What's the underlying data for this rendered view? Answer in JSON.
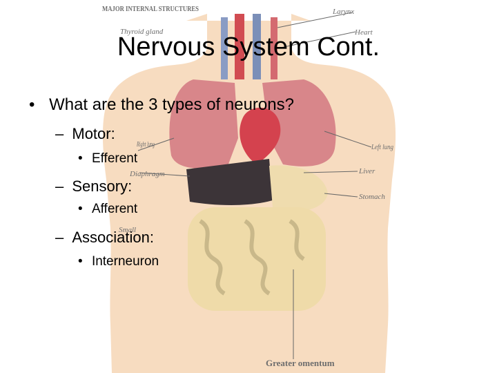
{
  "slide": {
    "title": "Nervous System Cont.",
    "question": {
      "marker": "•",
      "text": "What are the 3 types of neurons?"
    },
    "items": [
      {
        "marker": "–",
        "label": "Motor:",
        "sub": {
          "marker": "•",
          "text": "Efferent"
        }
      },
      {
        "marker": "–",
        "label": "Sensory:",
        "sub": {
          "marker": "•",
          "text": "Afferent"
        }
      },
      {
        "marker": "–",
        "label": "Association:",
        "sub": {
          "marker": "•",
          "text": "Interneuron"
        }
      }
    ]
  },
  "figure": {
    "labels": {
      "header": "MAJOR INTERNAL STRUCTURES",
      "larynx": "Larynx",
      "thyroid": "Thyroid gland",
      "heart": "Heart",
      "right_lung": "Right lung",
      "left_lung": "Left lung",
      "diaphragm": "Diaphragm",
      "liver": "Liver",
      "stomach": "Stomach",
      "small": "Small",
      "greater_omentum": "Greater omentum"
    }
  },
  "colors": {
    "text": "#000000",
    "background": "#ffffff",
    "skin": "#f7dcc0",
    "lung": "#d8868a",
    "heart": "#d4424e",
    "liver": "#3c3438",
    "intestine": "#efdba9"
  }
}
